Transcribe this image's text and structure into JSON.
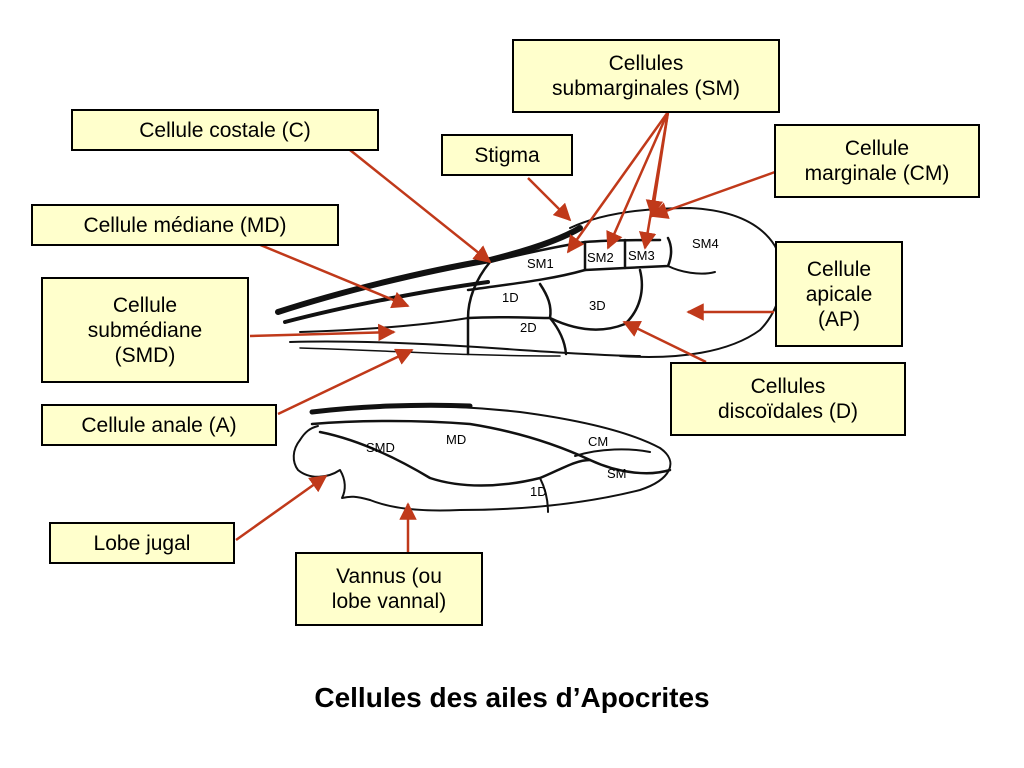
{
  "title": "Cellules des ailes d’Apocrites",
  "colors": {
    "box_fill": "#ffffcc",
    "arrow": "#c0391a",
    "vein": "#111111"
  },
  "labels": {
    "sm": [
      "Cellules",
      "submarginales (SM)"
    ],
    "costale": [
      "Cellule costale (C)"
    ],
    "stigma": [
      "Stigma"
    ],
    "marginale": [
      "Cellule",
      "marginale (CM)"
    ],
    "mediane": [
      "Cellule médiane (MD)"
    ],
    "submediane": [
      "Cellule",
      "submédiane",
      "(SMD)"
    ],
    "apicale": [
      "Cellule",
      "apicale",
      "(AP)"
    ],
    "discoidales": [
      "Cellules",
      "discoïdales (D)"
    ],
    "anale": [
      "Cellule anale (A)"
    ],
    "jugal": [
      "Lobe jugal"
    ],
    "vannus": [
      "Vannus (ou",
      "lobe vannal)"
    ]
  },
  "cells": {
    "sm1": "SM1",
    "sm2": "SM2",
    "sm3": "SM3",
    "sm4": "SM4",
    "d1": "1D",
    "d2": "2D",
    "d3": "3D",
    "hw_smd": "SMD",
    "hw_md": "MD",
    "hw_cm": "CM",
    "hw_sm": "SM",
    "hw_1d": "1D"
  }
}
